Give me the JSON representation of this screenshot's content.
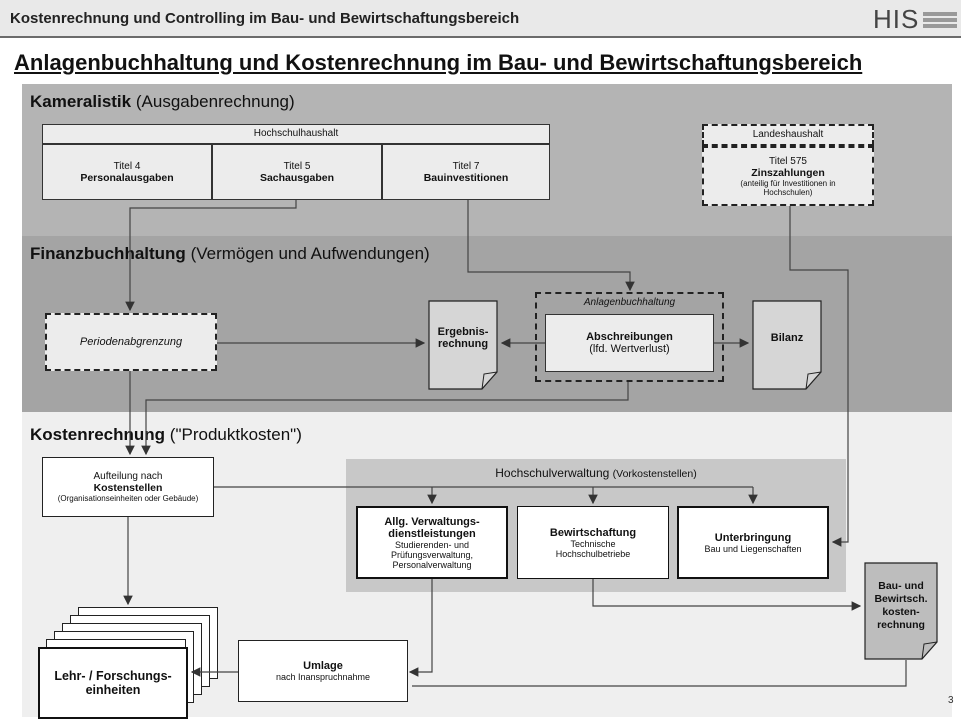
{
  "header": {
    "title": "Kostenrechnung und Controlling im Bau- und Bewirtschaftungsbereich",
    "logo": "HIS"
  },
  "page_title": "Anlagenbuchhaltung und Kostenrechnung im Bau- und Bewirtschaftungsbereich",
  "sections": {
    "kameralistik": {
      "title": "Kameralistik",
      "subtitle": "(Ausgabenrechnung)"
    },
    "finanz": {
      "title": "Finanzbuchhaltung",
      "subtitle": "(Vermögen und Aufwendungen)"
    },
    "kosten": {
      "title": "Kostenrechnung",
      "subtitle": "(\"Produktkosten\")"
    }
  },
  "hochschulhaushalt": {
    "label": "Hochschulhaushalt",
    "titel4_line1": "Titel 4",
    "titel4_line2": "Personalausgaben",
    "titel5_line1": "Titel 5",
    "titel5_line2": "Sachausgaben",
    "titel7_line1": "Titel 7",
    "titel7_line2": "Bauinvestitionen"
  },
  "landeshaushalt": {
    "label": "Landeshaushalt",
    "line1": "Titel 575",
    "line2": "Zinszahlungen",
    "line3": "(anteilig für Investitionen in Hochschulen)"
  },
  "periodenabgrenzung": "Periodenabgrenzung",
  "ergebnisrechnung": {
    "line1": "Ergebnis-",
    "line2": "rechnung"
  },
  "anlagenbuchhaltung": {
    "label": "Anlagenbuchhaltung",
    "line1": "Abschreibungen",
    "line2": "(lfd. Wertverlust)"
  },
  "bilanz": "Bilanz",
  "kostenstellen": {
    "line1": "Aufteilung nach",
    "line2": "Kostenstellen",
    "line3": "(Organisationseinheiten oder Gebäude)"
  },
  "hochschulverwaltung": {
    "title": "Hochschulverwaltung",
    "subtitle": "(Vorkostenstellen)"
  },
  "verwaltung": {
    "line1": "Allg. Verwaltungs-",
    "line2": "dienstleistungen",
    "line3": "Studierenden- und Prüfungsverwaltung, Personalverwaltung"
  },
  "bewirtschaftung": {
    "line1": "Bewirtschaftung",
    "line2": "Technische Hochschulbetriebe"
  },
  "unterbringung": {
    "line1": "Unterbringung",
    "line2": "Bau und Liegenschaften"
  },
  "bau_kostenrechnung": {
    "line1": "Bau- und",
    "line2": "Bewirtsch.",
    "line3": "kosten-",
    "line4": "rechnung"
  },
  "umlage": {
    "line1": "Umlage",
    "line2": "nach Inanspruchnahme"
  },
  "lehr": {
    "line1": "Lehr- / Forschungs-",
    "line2": "einheiten"
  },
  "page_number": "3",
  "colors": {
    "band_top": "#b4b4b4",
    "band_mid": "#a4a4a4",
    "band_bottom": "#efefef"
  }
}
